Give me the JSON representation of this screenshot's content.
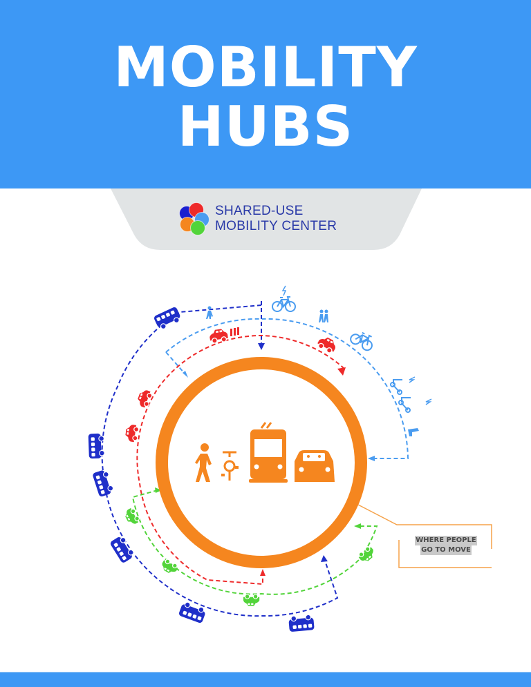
{
  "header": {
    "title_line1": "MOBILITY",
    "title_line2": "HUBS",
    "background_color": "#3d98f5"
  },
  "logo": {
    "line1": "SHARED-USE",
    "line2": "MOBILITY CENTER",
    "text_color": "#2a3aa8",
    "circle_colors": [
      "#1a1fd0",
      "#ee2a2a",
      "#4a9cf0",
      "#f5861f",
      "#52d43a"
    ],
    "tab_color": "#e1e4e5"
  },
  "diagram": {
    "hub_ring_color": "#f5861f",
    "center_icons": [
      "pedestrian-icon",
      "bicycle-icon",
      "tram-icon",
      "car-icon"
    ],
    "rings": [
      {
        "name": "bus-ring",
        "color": "#1f2fc9",
        "icons": [
          "bus-icon",
          "bus-icon",
          "bus-icon",
          "bus-icon",
          "bus-icon",
          "bus-icon",
          "walking-person-icon"
        ]
      },
      {
        "name": "bike-scooter-ring",
        "color": "#4a9cf0",
        "icons": [
          "e-bike-icon",
          "pedestrians-icon",
          "bicycle-icon",
          "e-scooter-icon",
          "e-scooter-icon",
          "scooter-rider-icon"
        ]
      },
      {
        "name": "car-ring",
        "color": "#ee2a2a",
        "icons": [
          "carpool-car-icon",
          "car-icon",
          "car-icon",
          "car-icon"
        ]
      },
      {
        "name": "carshare-ring",
        "color": "#52d43a",
        "icons": [
          "car-icon",
          "car-icon",
          "car-icon",
          "car-icon"
        ]
      }
    ],
    "callout": {
      "line1": "WHERE PEOPLE",
      "line2": "GO TO MOVE",
      "line_color": "#f5a24a"
    }
  },
  "footer": {
    "background_color": "#3d98f5"
  }
}
